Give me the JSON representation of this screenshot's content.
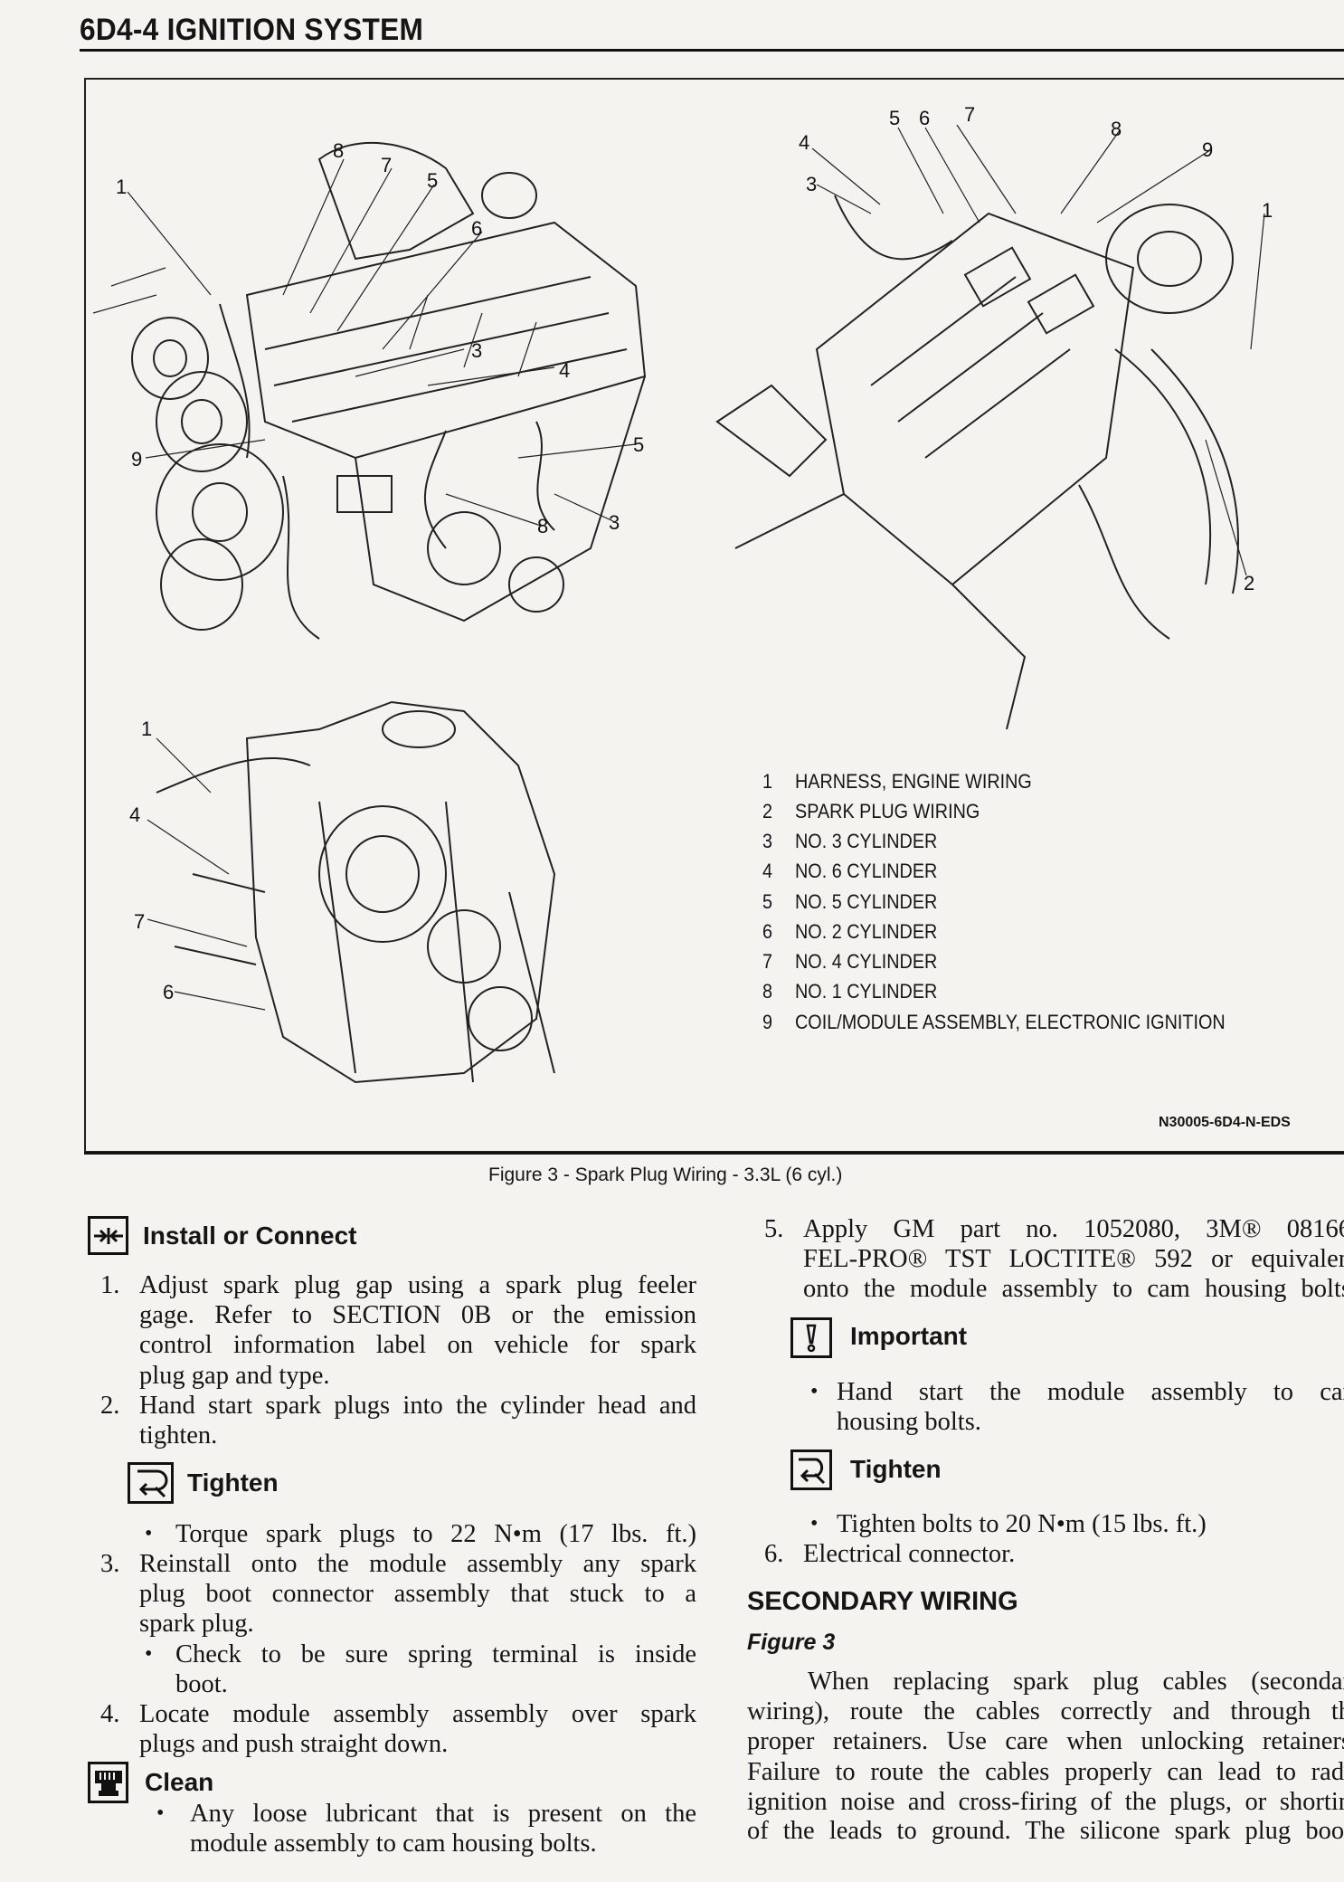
{
  "header": {
    "title": "6D4-4 IGNITION SYSTEM"
  },
  "figure": {
    "callouts_a": [
      "1",
      "8",
      "7",
      "5",
      "6",
      "3",
      "4",
      "9",
      "5",
      "8",
      "3"
    ],
    "callouts_b": [
      "5",
      "6",
      "7",
      "8",
      "9",
      "4",
      "3",
      "1",
      "2"
    ],
    "callouts_c": [
      "1",
      "4",
      "7",
      "6"
    ],
    "legend": [
      {
        "num": "1",
        "text": "HARNESS, ENGINE WIRING"
      },
      {
        "num": "2",
        "text": "SPARK PLUG WIRING"
      },
      {
        "num": "3",
        "text": "NO. 3 CYLINDER"
      },
      {
        "num": "4",
        "text": "NO. 6 CYLINDER"
      },
      {
        "num": "5",
        "text": "NO. 5 CYLINDER"
      },
      {
        "num": "6",
        "text": "NO. 2 CYLINDER"
      },
      {
        "num": "7",
        "text": "NO. 4 CYLINDER"
      },
      {
        "num": "8",
        "text": "NO. 1 CYLINDER"
      },
      {
        "num": "9",
        "text": "COIL/MODULE ASSEMBLY, ELECTRONIC IGNITION"
      }
    ],
    "code": "N30005-6D4-N-EDS",
    "caption": "Figure 3 - Spark Plug Wiring - 3.3L (6 cyl.)"
  },
  "left": {
    "install": "Install or Connect",
    "step1": {
      "num": "1.",
      "lines": [
        "Adjust spark plug gap using a spark plug feeler",
        "gage. Refer to SECTION 0B or the emission",
        "control information label on vehicle for spark",
        "plug gap and type."
      ]
    },
    "step2": {
      "num": "2.",
      "lines": [
        "Hand start spark plugs into the cylinder head and",
        "tighten."
      ]
    },
    "tighten": "Tighten",
    "tighten_bullet": "Torque spark plugs to 22 N•m (17 lbs. ft.)",
    "step3": {
      "num": "3.",
      "lines": [
        "Reinstall onto the module assembly any spark",
        "plug boot connector assembly that stuck to a",
        "spark plug."
      ]
    },
    "step3_bullet": [
      "Check to be sure spring terminal is inside",
      "boot."
    ],
    "step4": {
      "num": "4.",
      "lines": [
        "Locate module assembly assembly over spark",
        "plugs and push straight down."
      ]
    },
    "clean": "Clean",
    "clean_bullet": [
      "Any loose lubricant that is present on the",
      "module assembly to cam housing bolts."
    ]
  },
  "right": {
    "step5": {
      "num": "5.",
      "lines": [
        "Apply GM part no. 1052080, 3M® 08166",
        "FEL-PRO® TST LOCTITE® 592 or equivalen",
        "onto the module assembly to cam housing bolts"
      ]
    },
    "important": "Important",
    "important_bullet": [
      "Hand start the module assembly to car",
      "housing bolts."
    ],
    "tighten": "Tighten",
    "tighten_bullet": "Tighten bolts to 20 N•m (15 lbs. ft.)",
    "step6": {
      "num": "6.",
      "text": "Electrical connector."
    },
    "section_title": "SECONDARY WIRING",
    "figure_ref": "Figure 3",
    "paragraph": [
      "When replacing spark plug cables (secondar",
      "wiring), route the cables correctly and through th",
      "proper retainers. Use care when unlocking retainers",
      "Failure to route the cables properly can lead to radi",
      "ignition noise and cross-firing of the plugs, or shortin",
      "of the leads to ground. The silicone spark plug boot"
    ]
  },
  "icons": {
    "install": "arrows-inward-icon",
    "tighten": "wrench-torque-icon",
    "clean": "brush-clean-icon",
    "important": "exclamation-icon"
  }
}
